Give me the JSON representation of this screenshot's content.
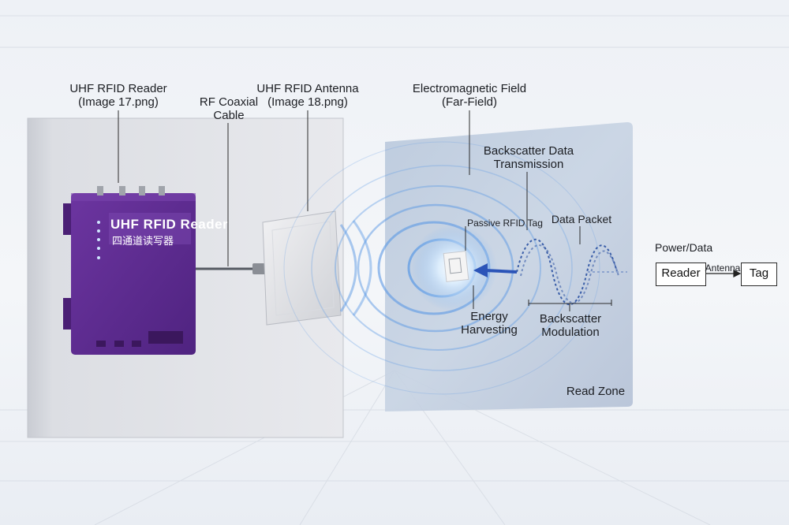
{
  "labels": {
    "reader": [
      "UHF RFID Reader",
      "(Image 17.png)"
    ],
    "cable": [
      "RF Coaxial",
      "Cable"
    ],
    "antenna": [
      "UHF RFID Antenna",
      "(Image 18.png)"
    ],
    "field": [
      "Electromagnetic Field",
      "(Far-Field)"
    ],
    "backscatter_tx": [
      "Backscatter Data",
      "Transmission"
    ],
    "passive_tag": "Passive RFID Tag",
    "data_packet": "Data Packet",
    "energy": [
      "Energy",
      "Harvesting"
    ],
    "modulation": [
      "Backscatter",
      "Modulation"
    ],
    "read_zone": "Read Zone"
  },
  "device": {
    "title": "UHF RFID Reader",
    "subtitle": "四通道读写器"
  },
  "flow": {
    "heading": "Power/Data",
    "reader": "Reader",
    "link": "Antenna",
    "tag": "Tag"
  },
  "colors": {
    "reader_purple": "#5f2b90",
    "field_blue": "#4d8fe0",
    "arrow_blue": "#2b54b8"
  }
}
